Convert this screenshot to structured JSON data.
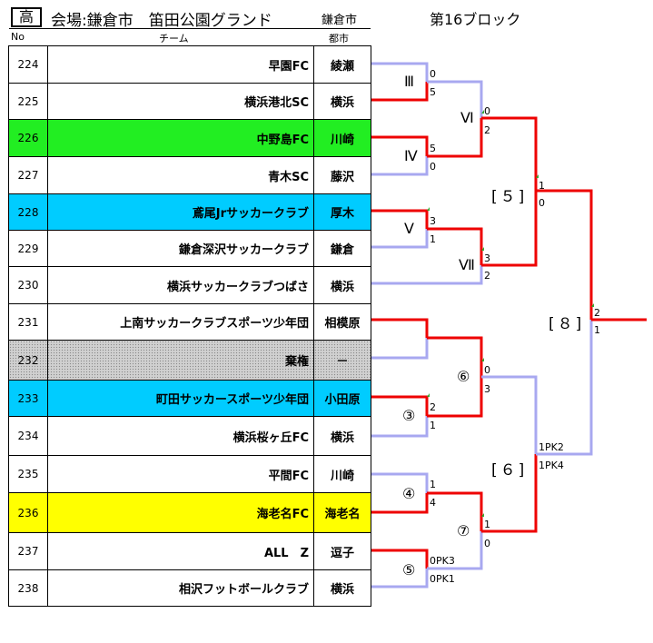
{
  "header": {
    "badge": "高",
    "venue": "会場:鎌倉市　笛田公園グランド",
    "city": "鎌倉市",
    "block": "第16ブロック"
  },
  "columns": {
    "no": "No",
    "team": "チーム",
    "city": "都市"
  },
  "colors": {
    "win_line": "#ee0000",
    "lose_line": "#a8a8f0",
    "green": "#22ee22",
    "cyan": "#00ccff",
    "yellow": "#ffff00",
    "gray": "#c8c8c8"
  },
  "teams": [
    {
      "no": "224",
      "name": "早園FC",
      "city": "綾瀬",
      "bg": "#ffffff"
    },
    {
      "no": "225",
      "name": "横浜港北SC",
      "city": "横浜",
      "bg": "#ffffff"
    },
    {
      "no": "226",
      "name": "中野島FC",
      "city": "川崎",
      "bg": "#22ee22"
    },
    {
      "no": "227",
      "name": "青木SC",
      "city": "藤沢",
      "bg": "#ffffff"
    },
    {
      "no": "228",
      "name": "鳶尾Jrサッカークラブ",
      "city": "厚木",
      "bg": "#00ccff"
    },
    {
      "no": "229",
      "name": "鎌倉深沢サッカークラブ",
      "city": "鎌倉",
      "bg": "#ffffff"
    },
    {
      "no": "230",
      "name": "横浜サッカークラブつばさ",
      "city": "横浜",
      "bg": "#ffffff"
    },
    {
      "no": "231",
      "name": "上南サッカークラブスポーツ少年団",
      "city": "相模原",
      "bg": "#ffffff"
    },
    {
      "no": "232",
      "name": "棄権",
      "city": "－",
      "bg": "hatch"
    },
    {
      "no": "233",
      "name": "町田サッカースポーツ少年団",
      "city": "小田原",
      "bg": "#00ccff"
    },
    {
      "no": "234",
      "name": "横浜桜ヶ丘FC",
      "city": "横浜",
      "bg": "#ffffff"
    },
    {
      "no": "235",
      "name": "平間FC",
      "city": "川崎",
      "bg": "#ffffff"
    },
    {
      "no": "236",
      "name": "海老名FC",
      "city": "海老名",
      "bg": "#ffff00"
    },
    {
      "no": "237",
      "name": "ALL　Z",
      "city": "逗子",
      "bg": "#ffffff"
    },
    {
      "no": "238",
      "name": "相沢フットボールクラブ",
      "city": "横浜",
      "bg": "#ffffff"
    }
  ],
  "bracket": {
    "rounds": {
      "r3": "Ⅲ",
      "r4": "Ⅳ",
      "r5": "Ⅴ",
      "r6": "Ⅵ",
      "r7": "Ⅶ",
      "c3": "③",
      "c4": "④",
      "c5": "⑤",
      "c6": "⑥",
      "c7": "⑦",
      "b5": "[５]",
      "b6": "[６]",
      "b8": "[８]"
    },
    "scores": {
      "m3_top": "0",
      "m3_bot": "5",
      "m4_top": "5",
      "m4_bot": "0",
      "m5_top": "3",
      "m5_bot": "1",
      "m6_top": "0",
      "m6_bot": "2",
      "m7_top": "3",
      "m7_bot": "2",
      "s5_top": "1",
      "s5_bot": "0",
      "f8_top": "2",
      "f8_bot": "1",
      "c6_top": "0",
      "c6_bot": "3",
      "c3_top": "2",
      "c3_bot": "1",
      "c4_top": "1",
      "c4_bot": "4",
      "c7_top": "1",
      "c7_bot": "0",
      "c5_top": "0PK3",
      "c5_bot": "0PK1",
      "s6_top": "1PK2",
      "s6_bot": "1PK4"
    }
  }
}
